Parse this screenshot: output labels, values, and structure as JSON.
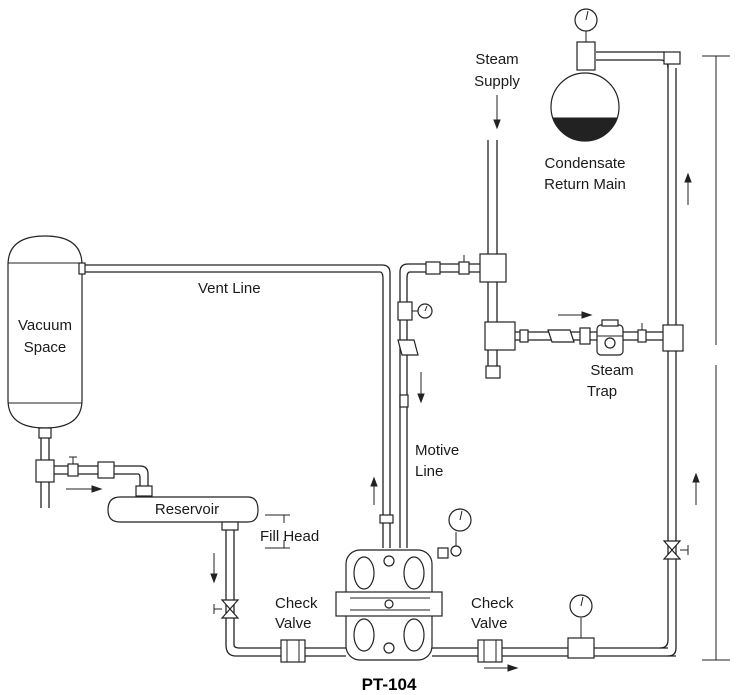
{
  "labels": {
    "steam_supply": [
      "Steam",
      "Supply"
    ],
    "condensate_return": [
      "Condensate",
      "Return Main"
    ],
    "vent_line": "Vent Line",
    "vacuum_space": [
      "Vacuum",
      "Space"
    ],
    "steam_trap": [
      "Steam",
      "Trap"
    ],
    "motive_line": [
      "Motive",
      "Line"
    ],
    "reservoir": "Reservoir",
    "fill_head": "Fill Head",
    "check_valve_left": [
      "Check",
      "Valve"
    ],
    "check_valve_right": [
      "Check",
      "Valve"
    ],
    "model": "PT-104"
  },
  "icons": {
    "gauge": "pressure-gauge-icon",
    "arrow": "flow-arrow-icon",
    "valve": "gate-valve-icon"
  },
  "colors": {
    "line": "#222222",
    "background": "#ffffff"
  }
}
